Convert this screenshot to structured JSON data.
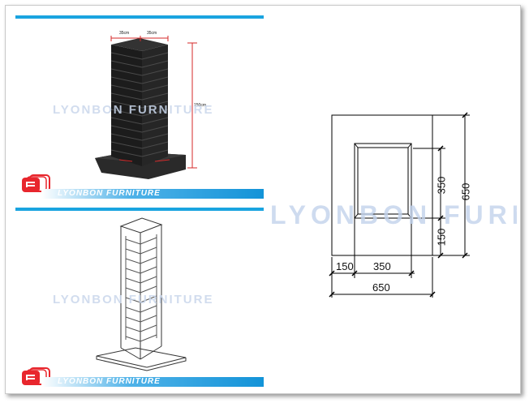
{
  "brand": {
    "name": "LYONBON FURNITURE",
    "watermark": "LYONBON FURNITURE",
    "accent": "#1aa4e0",
    "logo_color": "#e8262d"
  },
  "photo": {
    "width_label_left": "35cm",
    "width_label_right": "35cm",
    "height_label": "150cm"
  },
  "plan": {
    "dim_bottom_left": "150",
    "dim_bottom_middle": "350",
    "dim_bottom_total": "650",
    "dim_right_upper": "350",
    "dim_right_lower": "150",
    "dim_right_total": "650"
  }
}
